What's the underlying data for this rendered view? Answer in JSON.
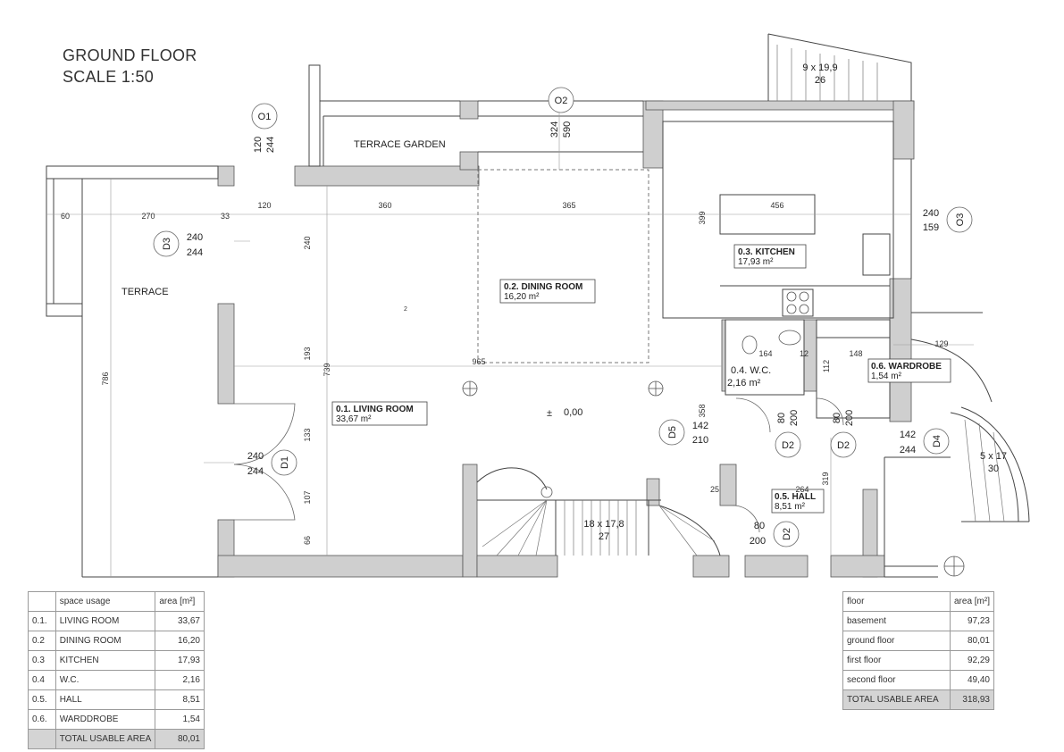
{
  "title": {
    "line1": "GROUND FLOOR",
    "line2": "SCALE 1:50"
  },
  "rooms": {
    "living": {
      "name": "0.1. LIVING ROOM",
      "area": "33,67 m²"
    },
    "dining": {
      "name": "0.2. DINING ROOM",
      "area": "16,20 m²"
    },
    "kitchen": {
      "name": "0.3. KITCHEN",
      "area": "17,93 m²"
    },
    "wc": {
      "name": "0.4. W.C.",
      "area": "2,16 m²"
    },
    "hall": {
      "name": "0.5. HALL",
      "area": "8,51 m²"
    },
    "wardrobe": {
      "name": "0.6. WARDROBE",
      "area": "1,54 m²"
    }
  },
  "spaces": {
    "terrace_garden": "TERRACE GARDEN",
    "terrace": "TERRACE"
  },
  "markers": {
    "o1": "O1",
    "o2": "O2",
    "o3": "O3",
    "d1": "D1",
    "d2": "D2",
    "d3": "D3",
    "d4": "D4",
    "d5": "D5"
  },
  "openings": {
    "o1": [
      "120",
      "244"
    ],
    "o2": [
      "324",
      "590"
    ],
    "o3": [
      "240",
      "159"
    ],
    "d1": [
      "240",
      "244"
    ],
    "d3": [
      "240",
      "244"
    ],
    "d4": [
      "142",
      "244"
    ],
    "d5": [
      "142",
      "210"
    ],
    "d2_wc": [
      "80",
      "200"
    ],
    "d2_wardrobe": [
      "80",
      "200"
    ],
    "d2_hall": [
      "80",
      "200"
    ]
  },
  "dimensions": {
    "top": [
      "60",
      "270",
      "33",
      "120",
      "360",
      "365",
      "456"
    ],
    "v_left": "786",
    "v_living": "739",
    "v_240": "240",
    "v_193": "193",
    "v_133": "133",
    "v_107": "107",
    "v_66": "66",
    "v_399": "399",
    "v_358": "358",
    "v_319": "319",
    "v_112": "112",
    "h_965": "965",
    "h_164": "164",
    "h_12": "12",
    "h_148": "148",
    "h_129": "129",
    "h_264": "264",
    "h_25": "25",
    "center_2": "2"
  },
  "level": {
    "sign": "±",
    "value": "0,00"
  },
  "stairs": {
    "main": [
      "18 x 17,8",
      "27"
    ],
    "terrace_top": [
      "9 x 19,9",
      "26"
    ],
    "right": [
      "5 x 17",
      "30"
    ]
  },
  "space_table": {
    "headers": [
      "",
      "space usage",
      "area [m²]"
    ],
    "rows": [
      [
        "0.1.",
        "LIVING ROOM",
        "33,67"
      ],
      [
        "0.2",
        "DINING ROOM",
        "16,20"
      ],
      [
        "0.3",
        "KITCHEN",
        "17,93"
      ],
      [
        "0.4",
        "W.C.",
        "2,16"
      ],
      [
        "0.5.",
        "HALL",
        "8,51"
      ],
      [
        "0.6.",
        "WARDDROBE",
        "1,54"
      ]
    ],
    "total": [
      "",
      "TOTAL USABLE AREA",
      "80,01"
    ]
  },
  "floor_table": {
    "headers": [
      "floor",
      "area [m²]"
    ],
    "rows": [
      [
        "basement",
        "97,23"
      ],
      [
        "ground floor",
        "80,01"
      ],
      [
        "first floor",
        "92,29"
      ],
      [
        "second floor",
        "49,40"
      ]
    ],
    "total": [
      "TOTAL USABLE AREA",
      "318,93"
    ]
  },
  "colors": {
    "wall": "#cfcfcf",
    "line": "#333333",
    "dim": "#8a8a8a"
  }
}
